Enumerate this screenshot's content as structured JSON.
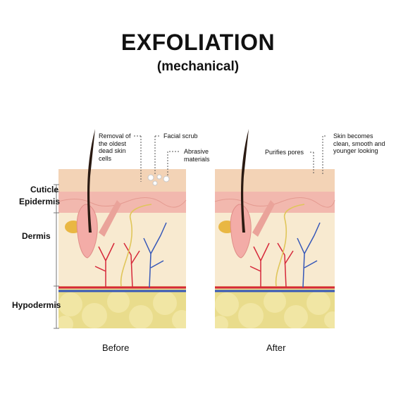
{
  "header": {
    "title": "EXFOLIATION",
    "subtitle": "(mechanical)"
  },
  "layers": {
    "cuticle": "Cuticle",
    "epidermis": "Epidermis",
    "dermis": "Dermis",
    "hypodermis": "Hypodermis"
  },
  "before": {
    "caption": "Before",
    "annotations": {
      "removal_line1": "Removal of",
      "removal_line2": "the oldest",
      "removal_line3": "dead skin",
      "removal_line4": "cells",
      "scrub": "Facial scrub",
      "abrasive_line1": "Abrasive",
      "abrasive_line2": "materials"
    }
  },
  "after": {
    "caption": "After",
    "annotations": {
      "pores": "Purifies pores",
      "skin_line1": "Skin becomes",
      "skin_line2": "clean, smooth and",
      "skin_line3": "younger looking"
    }
  },
  "colors": {
    "cuticle": "#f3d3b6",
    "epidermis": "#f2b8ae",
    "dermis": "#f8ead0",
    "hypodermis": "#e9dc8c",
    "fat_cell": "#f1e6a4",
    "follicle": "#f3aca7",
    "hair": "#2a1a12",
    "artery": "#d6283a",
    "vein": "#3557b8",
    "nerve": "#e0c65a"
  }
}
